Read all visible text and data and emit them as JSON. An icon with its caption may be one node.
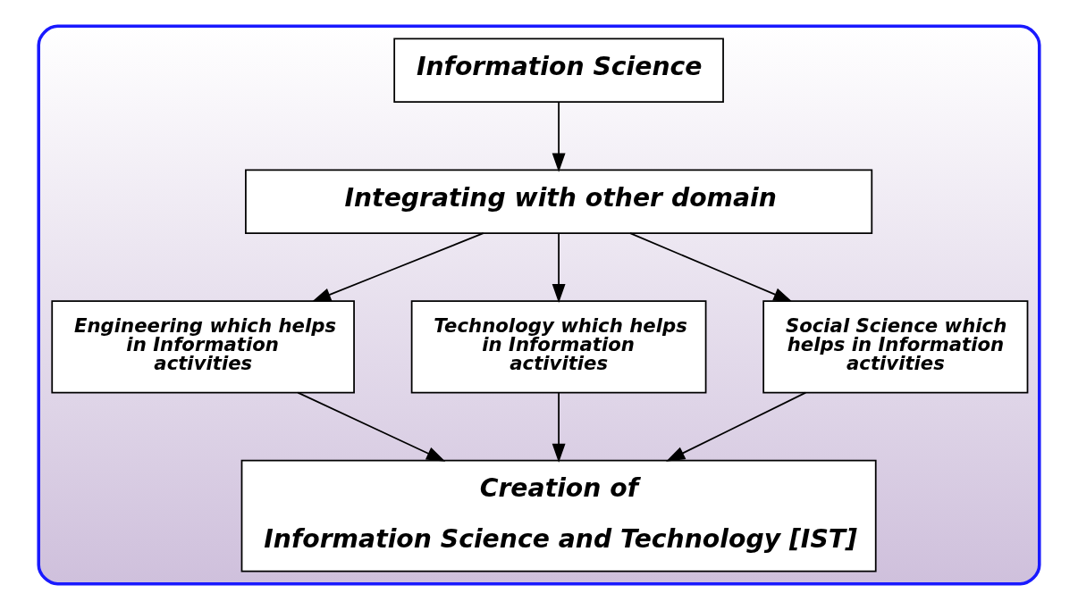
{
  "diagram": {
    "nodes": [
      {
        "text": [],
        "shape": "box"
      },
      {
        "text": [
          "Information Science"
        ],
        "in": 0
      },
      {
        "text": [
          "Integrating with other domain"
        ],
        "in": 0
      },
      {
        "text": [
          "Engineering which helps in Information activities"
        ],
        "in": 0
      },
      {
        "text": [
          "Technology which helps in Information activities"
        ],
        "in": 0
      },
      {
        "text": [
          "Social Science which helps in Information activities"
        ],
        "in": 0
      },
      {
        "text": [
          "Creation of",
          "Information Science and Technology [IST]"
        ],
        "in": 0
      }
    ],
    "edges": [
      {
        "from": 1,
        "to": 2,
        "arrow": "to"
      },
      {
        "from": 2,
        "to": 3,
        "arrow": "to"
      },
      {
        "from": 2,
        "to": 4,
        "arrow": "to"
      },
      {
        "from": 2,
        "to": 5,
        "arrow": "to"
      },
      {
        "from": 3,
        "to": 6,
        "arrow": "to"
      },
      {
        "from": 4,
        "to": 6,
        "arrow": "to"
      },
      {
        "from": 5,
        "to": 6,
        "arrow": "to"
      }
    ]
  }
}
